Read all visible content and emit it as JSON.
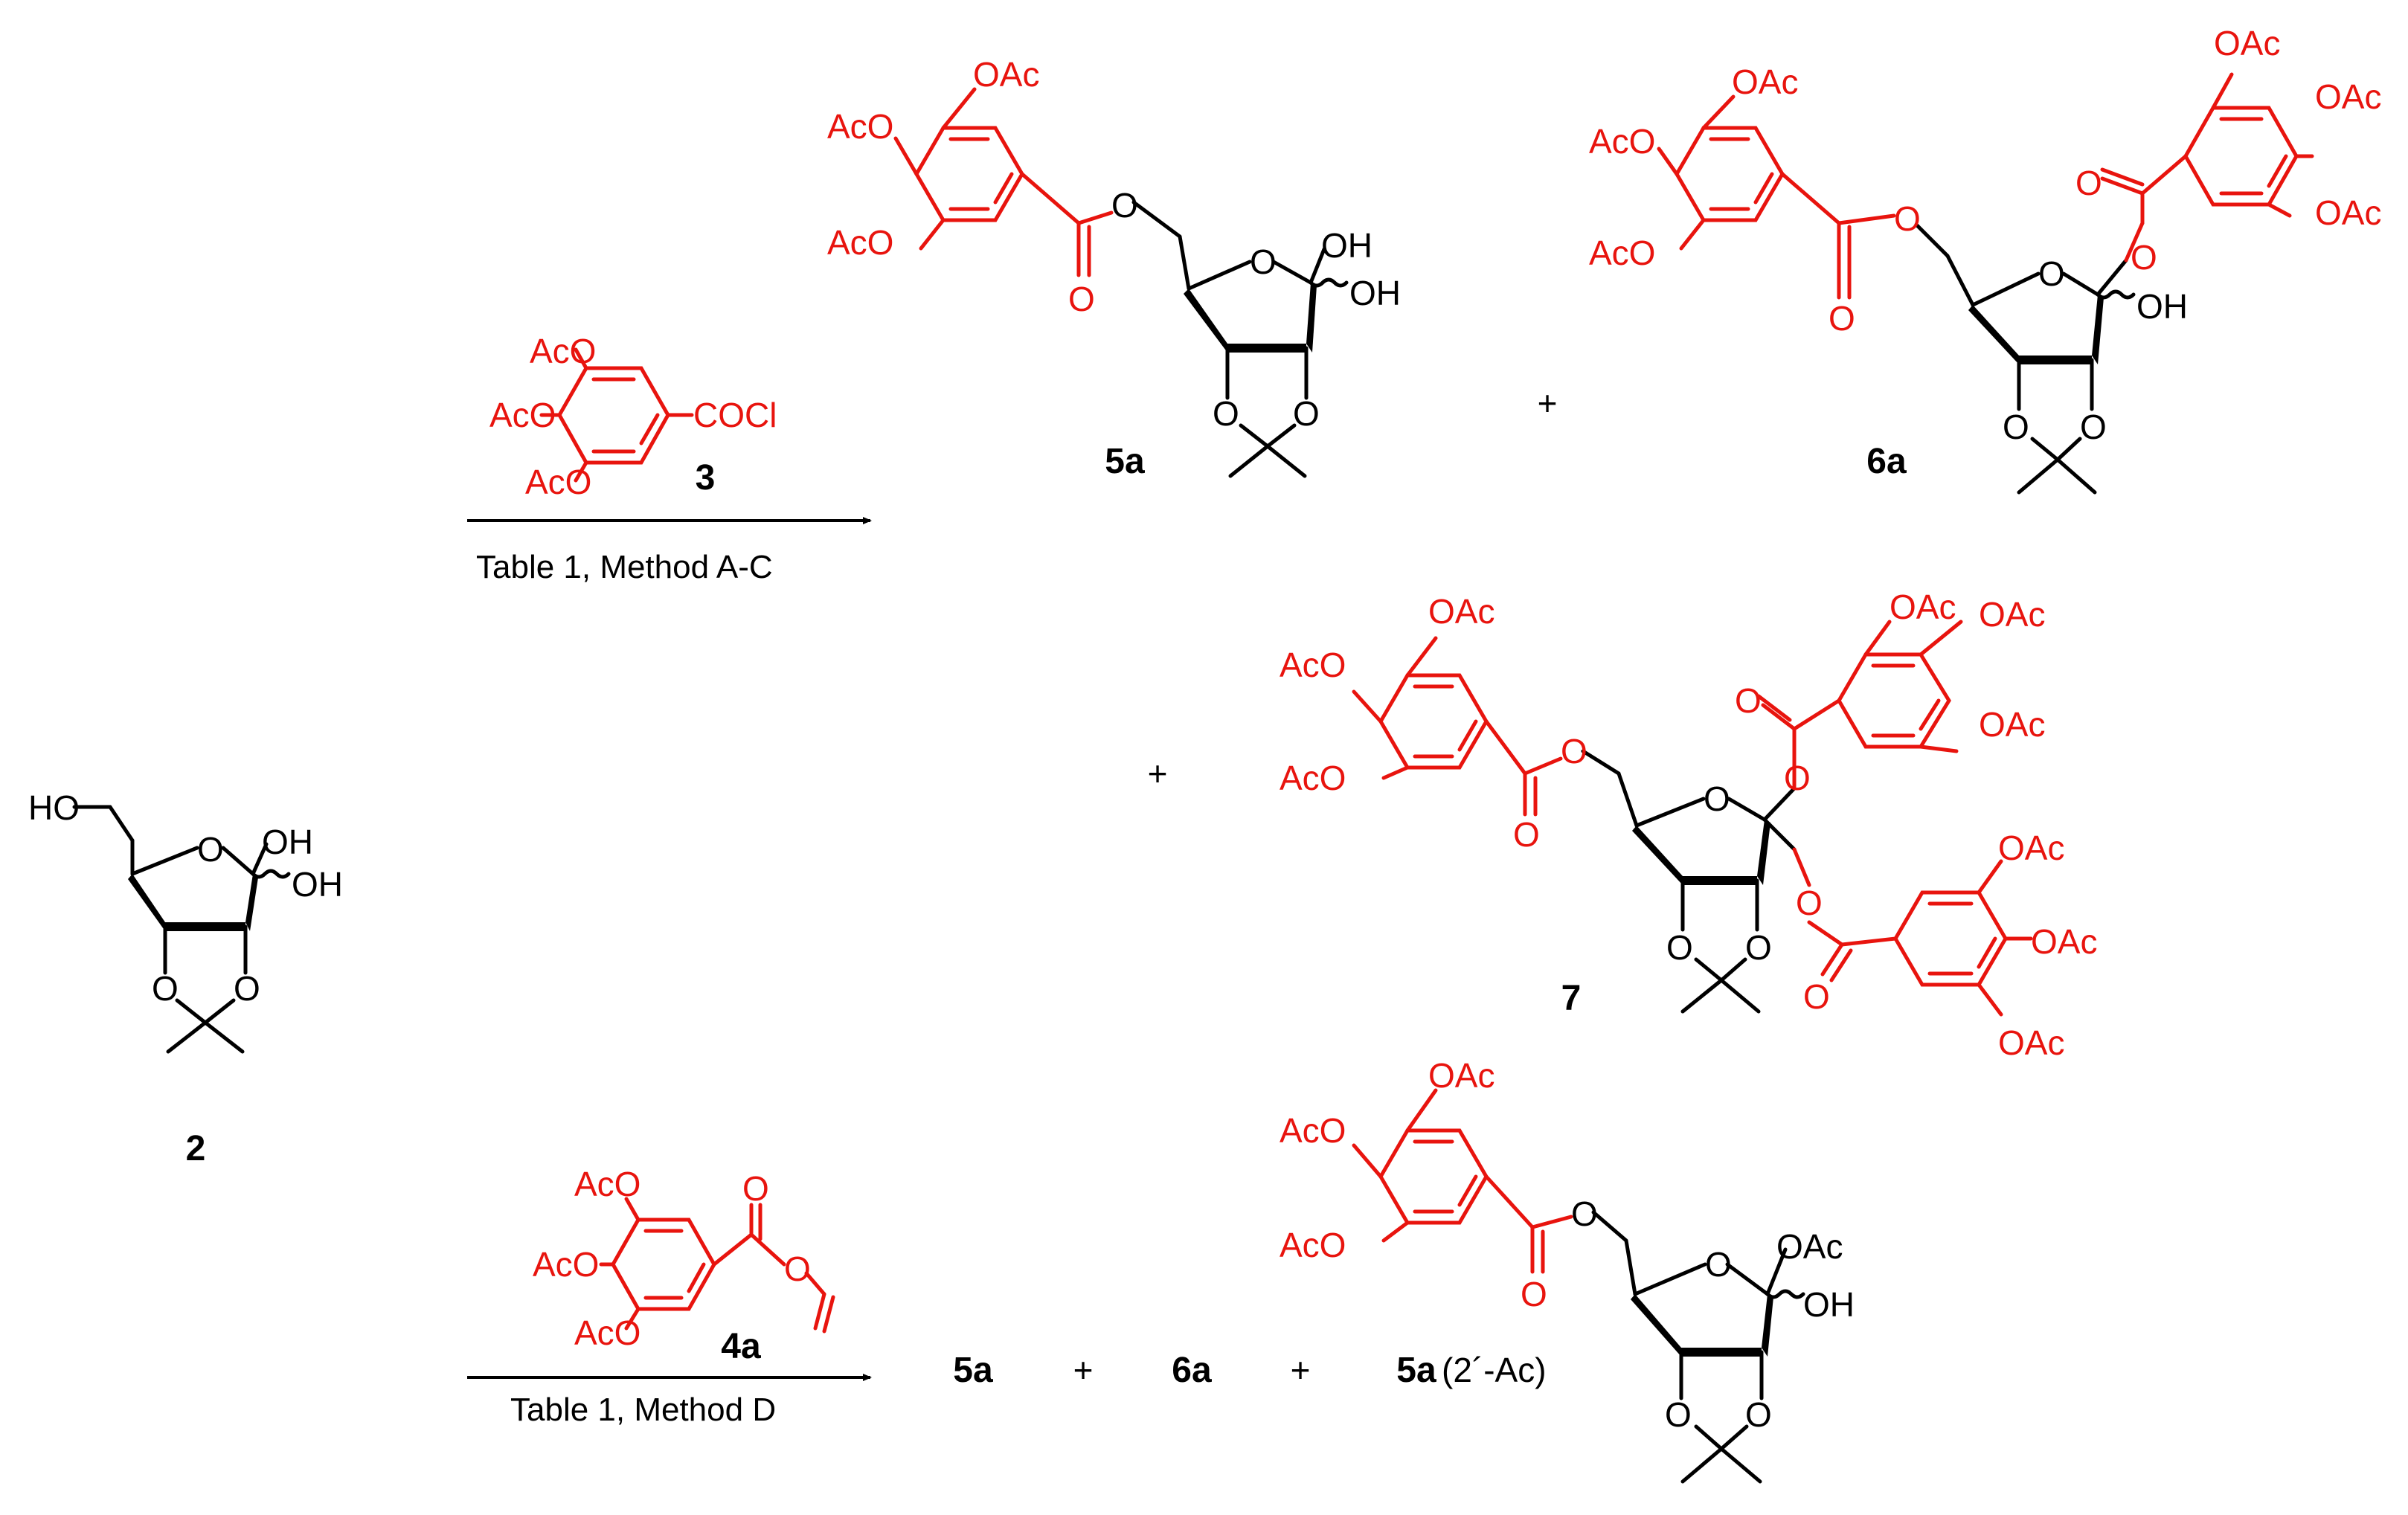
{
  "colors": {
    "reagent": "#e8140e",
    "skeleton": "#000000"
  },
  "atom_labels": {
    "acetoxy": "OAc",
    "acetoxy_left": "AcO",
    "hydroxyl": "OH",
    "hydroxymethyl": "HO",
    "oxygen": "O",
    "acid_chloride": "COCl"
  },
  "compounds": {
    "c2": "2",
    "c3": "3",
    "c4a": "4a",
    "c5a": "5a",
    "c6a": "6a",
    "c7": "7",
    "c5a_2ac_num": "5a",
    "c5a_2ac_suffix": "(2´-Ac)"
  },
  "conditions": {
    "upper": "Table  1, Method A-C",
    "lower": "Table  1, Method D"
  },
  "operators": {
    "plus": "+"
  }
}
